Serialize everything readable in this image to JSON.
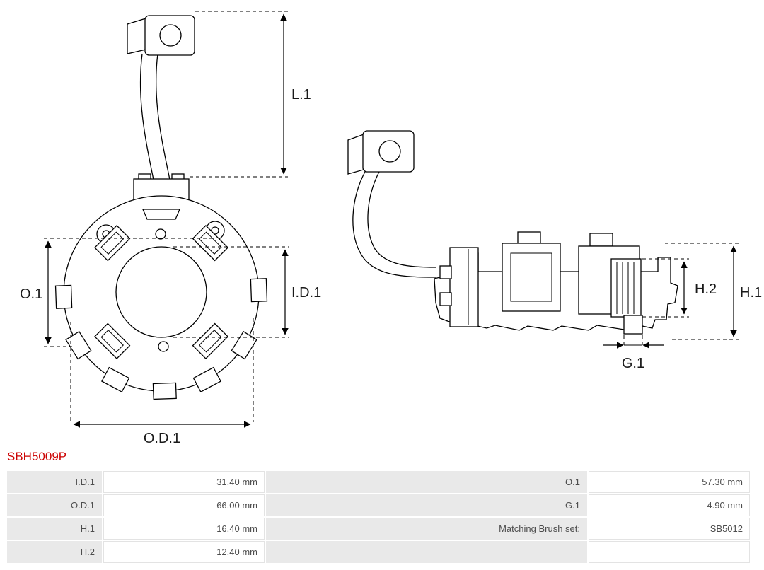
{
  "part": {
    "code": "SBH5009P"
  },
  "colors": {
    "part_code": "#cc0000",
    "table_label_bg": "#e9e9e9",
    "table_border": "#e3e3e3",
    "table_text": "#4d4d4d",
    "drawing_line": "#000000"
  },
  "diagram": {
    "labels": {
      "l1": "L.1",
      "o1": "O.1",
      "id1": "I.D.1",
      "od1": "O.D.1",
      "h1": "H.1",
      "h2": "H.2",
      "g1": "G.1"
    }
  },
  "table": {
    "rows": [
      {
        "label1": "I.D.1",
        "value1": "31.40 mm",
        "label2": "O.1",
        "value2": "57.30 mm"
      },
      {
        "label1": "O.D.1",
        "value1": "66.00 mm",
        "label2": "G.1",
        "value2": "4.90 mm"
      },
      {
        "label1": "H.1",
        "value1": "16.40 mm",
        "label2": "Matching Brush set:",
        "value2": "SB5012"
      },
      {
        "label1": "H.2",
        "value1": "12.40 mm",
        "label2": "",
        "value2": ""
      }
    ]
  }
}
